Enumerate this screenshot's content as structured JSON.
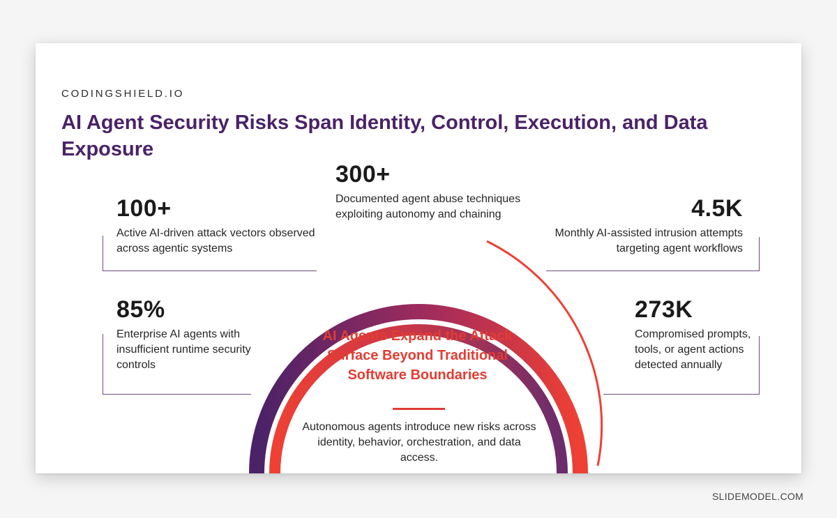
{
  "slide": {
    "brand": "CODINGSHIELD.IO",
    "title": "AI Agent Security Risks Span Identity, Control, Execution, and Data Exposure"
  },
  "stats": {
    "top_center": {
      "value": "300+",
      "desc": "Documented agent abuse techniques exploiting autonomy and chaining"
    },
    "top_left": {
      "value": "100+",
      "desc": "Active AI-driven attack vectors observed across agentic systems"
    },
    "top_right": {
      "value": "4.5K",
      "desc": "Monthly AI-assisted intrusion attempts targeting agent workflows"
    },
    "bottom_left": {
      "value": "85%",
      "desc": "Enterprise AI agents with insufficient runtime security controls"
    },
    "bottom_right": {
      "value": "273K",
      "desc": "Compromised prompts, tools, or agent actions detected annually"
    }
  },
  "center": {
    "title": "AI Agents Expand the Attack Surface Beyond Traditional Software Boundaries",
    "desc": "Autonomous agents introduce new risks across identity, behavior, orchestration, and data access."
  },
  "colors": {
    "purple": "#4a2268",
    "red": "#e23d33",
    "rule": "#6d4b86"
  },
  "footer": "SLIDEMODEL.COM"
}
